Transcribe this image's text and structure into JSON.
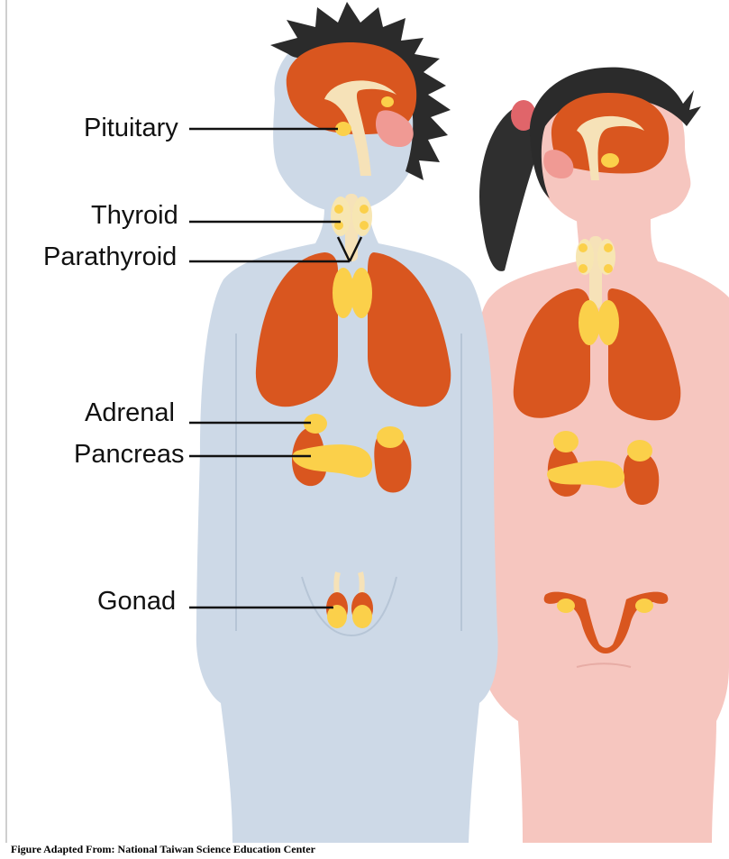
{
  "labels": {
    "pituitary": "Pituitary",
    "thyroid": "Thyroid",
    "parathyroid": "Parathyroid",
    "adrenal": "Adrenal",
    "pancreas": "Pancreas",
    "gonad": "Gonad"
  },
  "credit": "Figure Adapted From: National Taiwan Science Education Center",
  "colors": {
    "male_body": "#cdd9e7",
    "female_body": "#f6c6bf",
    "hair": "#2b2b2b",
    "organ": "#d9561f",
    "gland": "#fbd04a",
    "brain_inner": "#f6e2b8",
    "cerebellum": "#f09a94"
  }
}
